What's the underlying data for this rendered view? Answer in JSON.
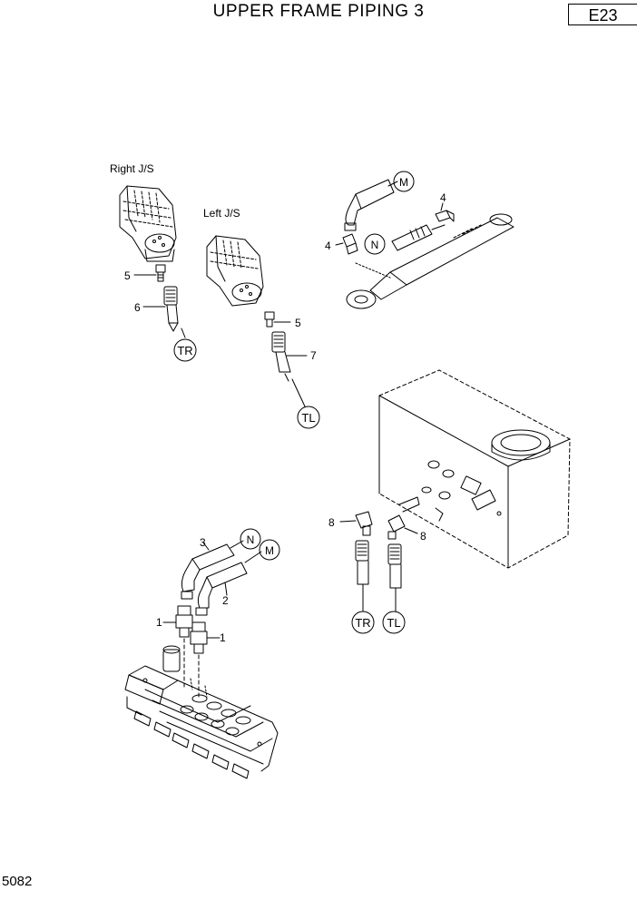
{
  "header": {
    "title": "UPPER FRAME PIPING 3",
    "section_code": "E23"
  },
  "footer": {
    "page_number": "5082"
  },
  "labels": {
    "right_js": "Right J/S",
    "left_js": "Left J/S"
  },
  "callouts": {
    "c1a": "1",
    "c1b": "1",
    "c2": "2",
    "c3": "3",
    "c4a": "4",
    "c4b": "4",
    "c5a": "5",
    "c5b": "5",
    "c6": "6",
    "c7": "7",
    "c8a": "8",
    "c8b": "8"
  },
  "connections": {
    "m_top": "M",
    "n_top": "N",
    "n_bottom": "N",
    "m_bottom": "M",
    "tr_joystick": "TR",
    "tl_joystick": "TL",
    "tr_tank": "TR",
    "tl_tank": "TL"
  }
}
